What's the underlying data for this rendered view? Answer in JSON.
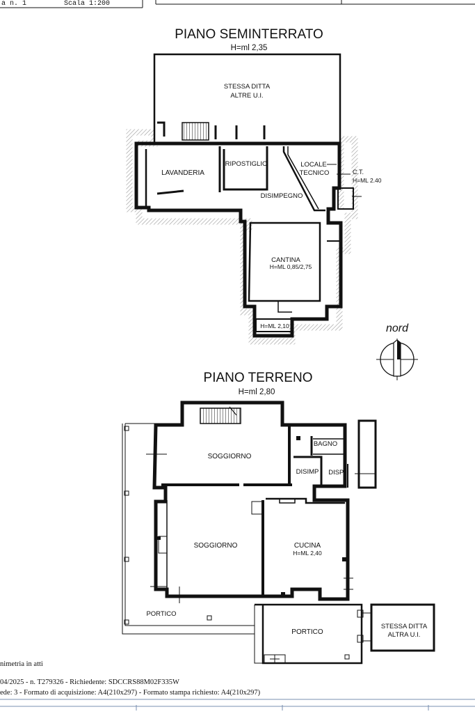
{
  "header": {
    "sheet_label": "a n. 1",
    "scale_label": "Scala 1:200"
  },
  "basement": {
    "title": "PIANO SEMINTERRATO",
    "height_label": "H=ml 2,35",
    "rooms": {
      "stessa_ditta_1": "STESSA DITTA",
      "stessa_ditta_2": "ALTRE U.I.",
      "lavanderia": "LAVANDERIA",
      "ripostiglio": "RIPOSTIGLIO",
      "locale_1": "LOCALE",
      "locale_2": "TECNICO",
      "ct": "C.T.",
      "ct_height": "H=ML 2.40",
      "disimpegno": "DISIMPEGNO",
      "cantina": "CANTINA",
      "cantina_height": "H=ML 0,85/2,75",
      "small_room_height": "H=ML 2,10"
    }
  },
  "north": {
    "label": "nord"
  },
  "ground": {
    "title": "PIANO TERRENO",
    "height_label": "H=ml 2,80",
    "rooms": {
      "soggiorno_1": "SOGGIORNO",
      "bagno": "BAGNO",
      "disimp": "DISIMP",
      "disp": "DISP.",
      "soggiorno_2": "SOGGIORNO",
      "cucina": "CUCINA",
      "cucina_height": "H=ML 2,40",
      "portico_1": "PORTICO",
      "portico_2": "PORTICO",
      "stessa_ditta_1": "STESSA DITTA",
      "stessa_ditta_2": "ALTRA U.I."
    }
  },
  "footer": {
    "line1": "nimetria in atti",
    "line2": "04/2025 - n. T279326 - Richiedente: SDCCRS88M02F335W",
    "line3": "ede: 3 - Formato di acquisizione: A4(210x297)  - Formato stampa richiesto: A4(210x297)"
  }
}
